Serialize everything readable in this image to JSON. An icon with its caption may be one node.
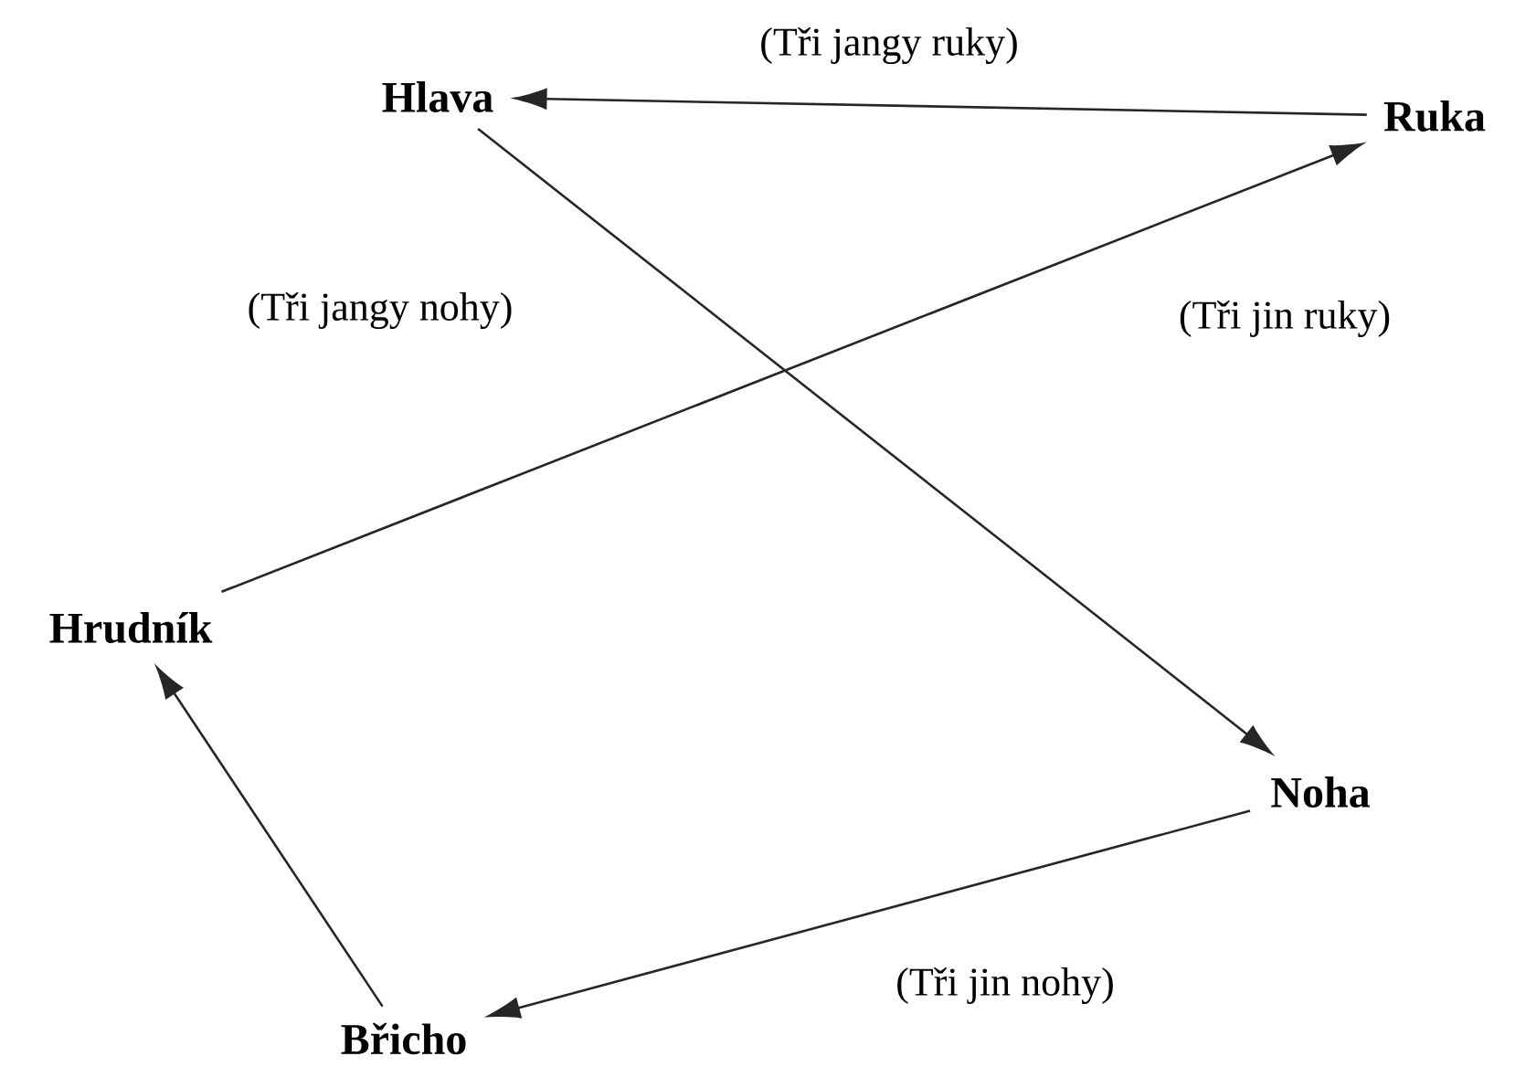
{
  "diagram": {
    "nodes": [
      {
        "text": [
          "Hlava"
        ]
      },
      {
        "text": [
          "Ruka"
        ]
      },
      {
        "text": [
          "Hrudník"
        ]
      },
      {
        "text": [
          "Noha"
        ]
      },
      {
        "text": [
          "Břicho"
        ]
      }
    ],
    "edges": [
      {
        "from": 1,
        "to": 0,
        "arrow": "to",
        "label": "(Tři jangy ruky)"
      },
      {
        "from": 0,
        "to": 3,
        "arrow": "to",
        "label": "(Tři jangy nohy)"
      },
      {
        "from": 2,
        "to": 1,
        "arrow": "to",
        "label": "(Tři jin ruky)"
      },
      {
        "from": 3,
        "to": 4,
        "arrow": "to",
        "label": "(Tři jin nohy)"
      },
      {
        "from": 4,
        "to": 2,
        "arrow": "to"
      }
    ]
  }
}
